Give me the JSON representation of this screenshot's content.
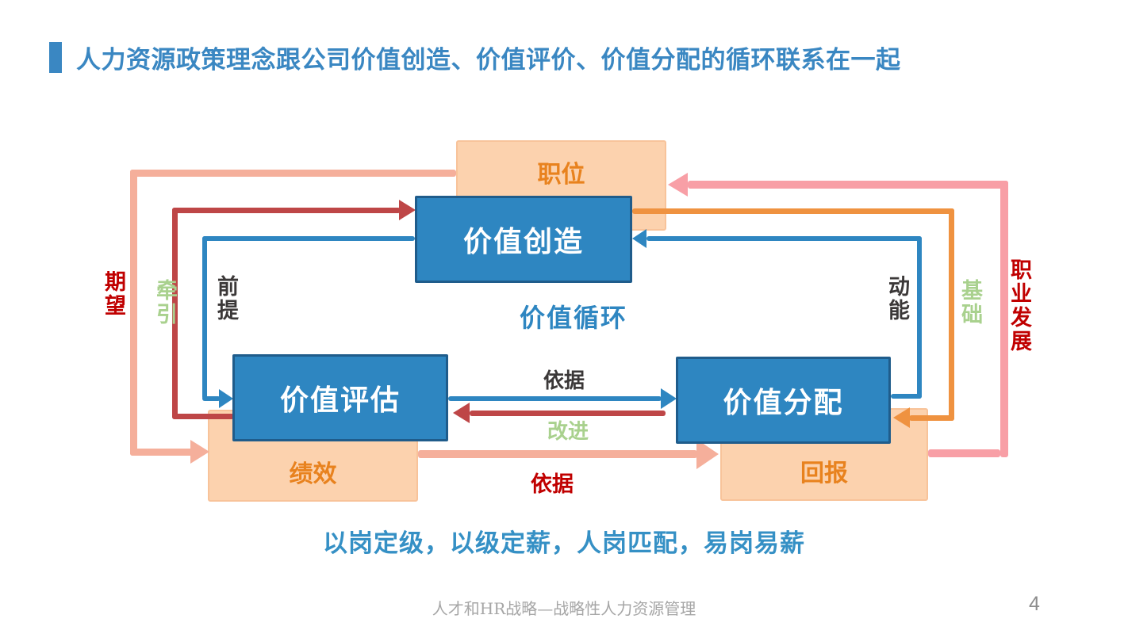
{
  "title": {
    "text": "人力资源政策理念跟公司价值创造、价值评价、价值分配的循环联系在一起"
  },
  "diagram": {
    "center_label": "价值循环",
    "boxes": {
      "position": "职位",
      "value_creation": "价值创造",
      "value_evaluation": "价值评估",
      "value_distribution": "价值分配",
      "performance": "绩效",
      "reward": "回报"
    },
    "labels": {
      "expectation": "期望",
      "drive": "牵引",
      "premise": "前提",
      "momentum": "动能",
      "foundation": "基础",
      "career_development": "职业发展",
      "basis_mid": "依据",
      "improve": "改进",
      "basis_bottom": "依据"
    },
    "colors": {
      "primary_blue": "#2E86C1",
      "blue_box_border": "#1F5C8B",
      "peach_fill": "#FCD2AE",
      "orange_box_text": "#E8821E",
      "salmon_arrow": "#F5AF9B",
      "rose_arrow": "#F89FA6",
      "dark_red_arrow": "#BE4647",
      "orange_arrow": "#EF9240",
      "green_label": "#A9D18E",
      "crimson_label": "#C00000"
    }
  },
  "slogan": {
    "text": "以岗定级，以级定薪，人岗匹配，易岗易薪"
  },
  "footer": {
    "text": "人才和HR战略—战略性人力资源管理",
    "page_number": "4"
  }
}
